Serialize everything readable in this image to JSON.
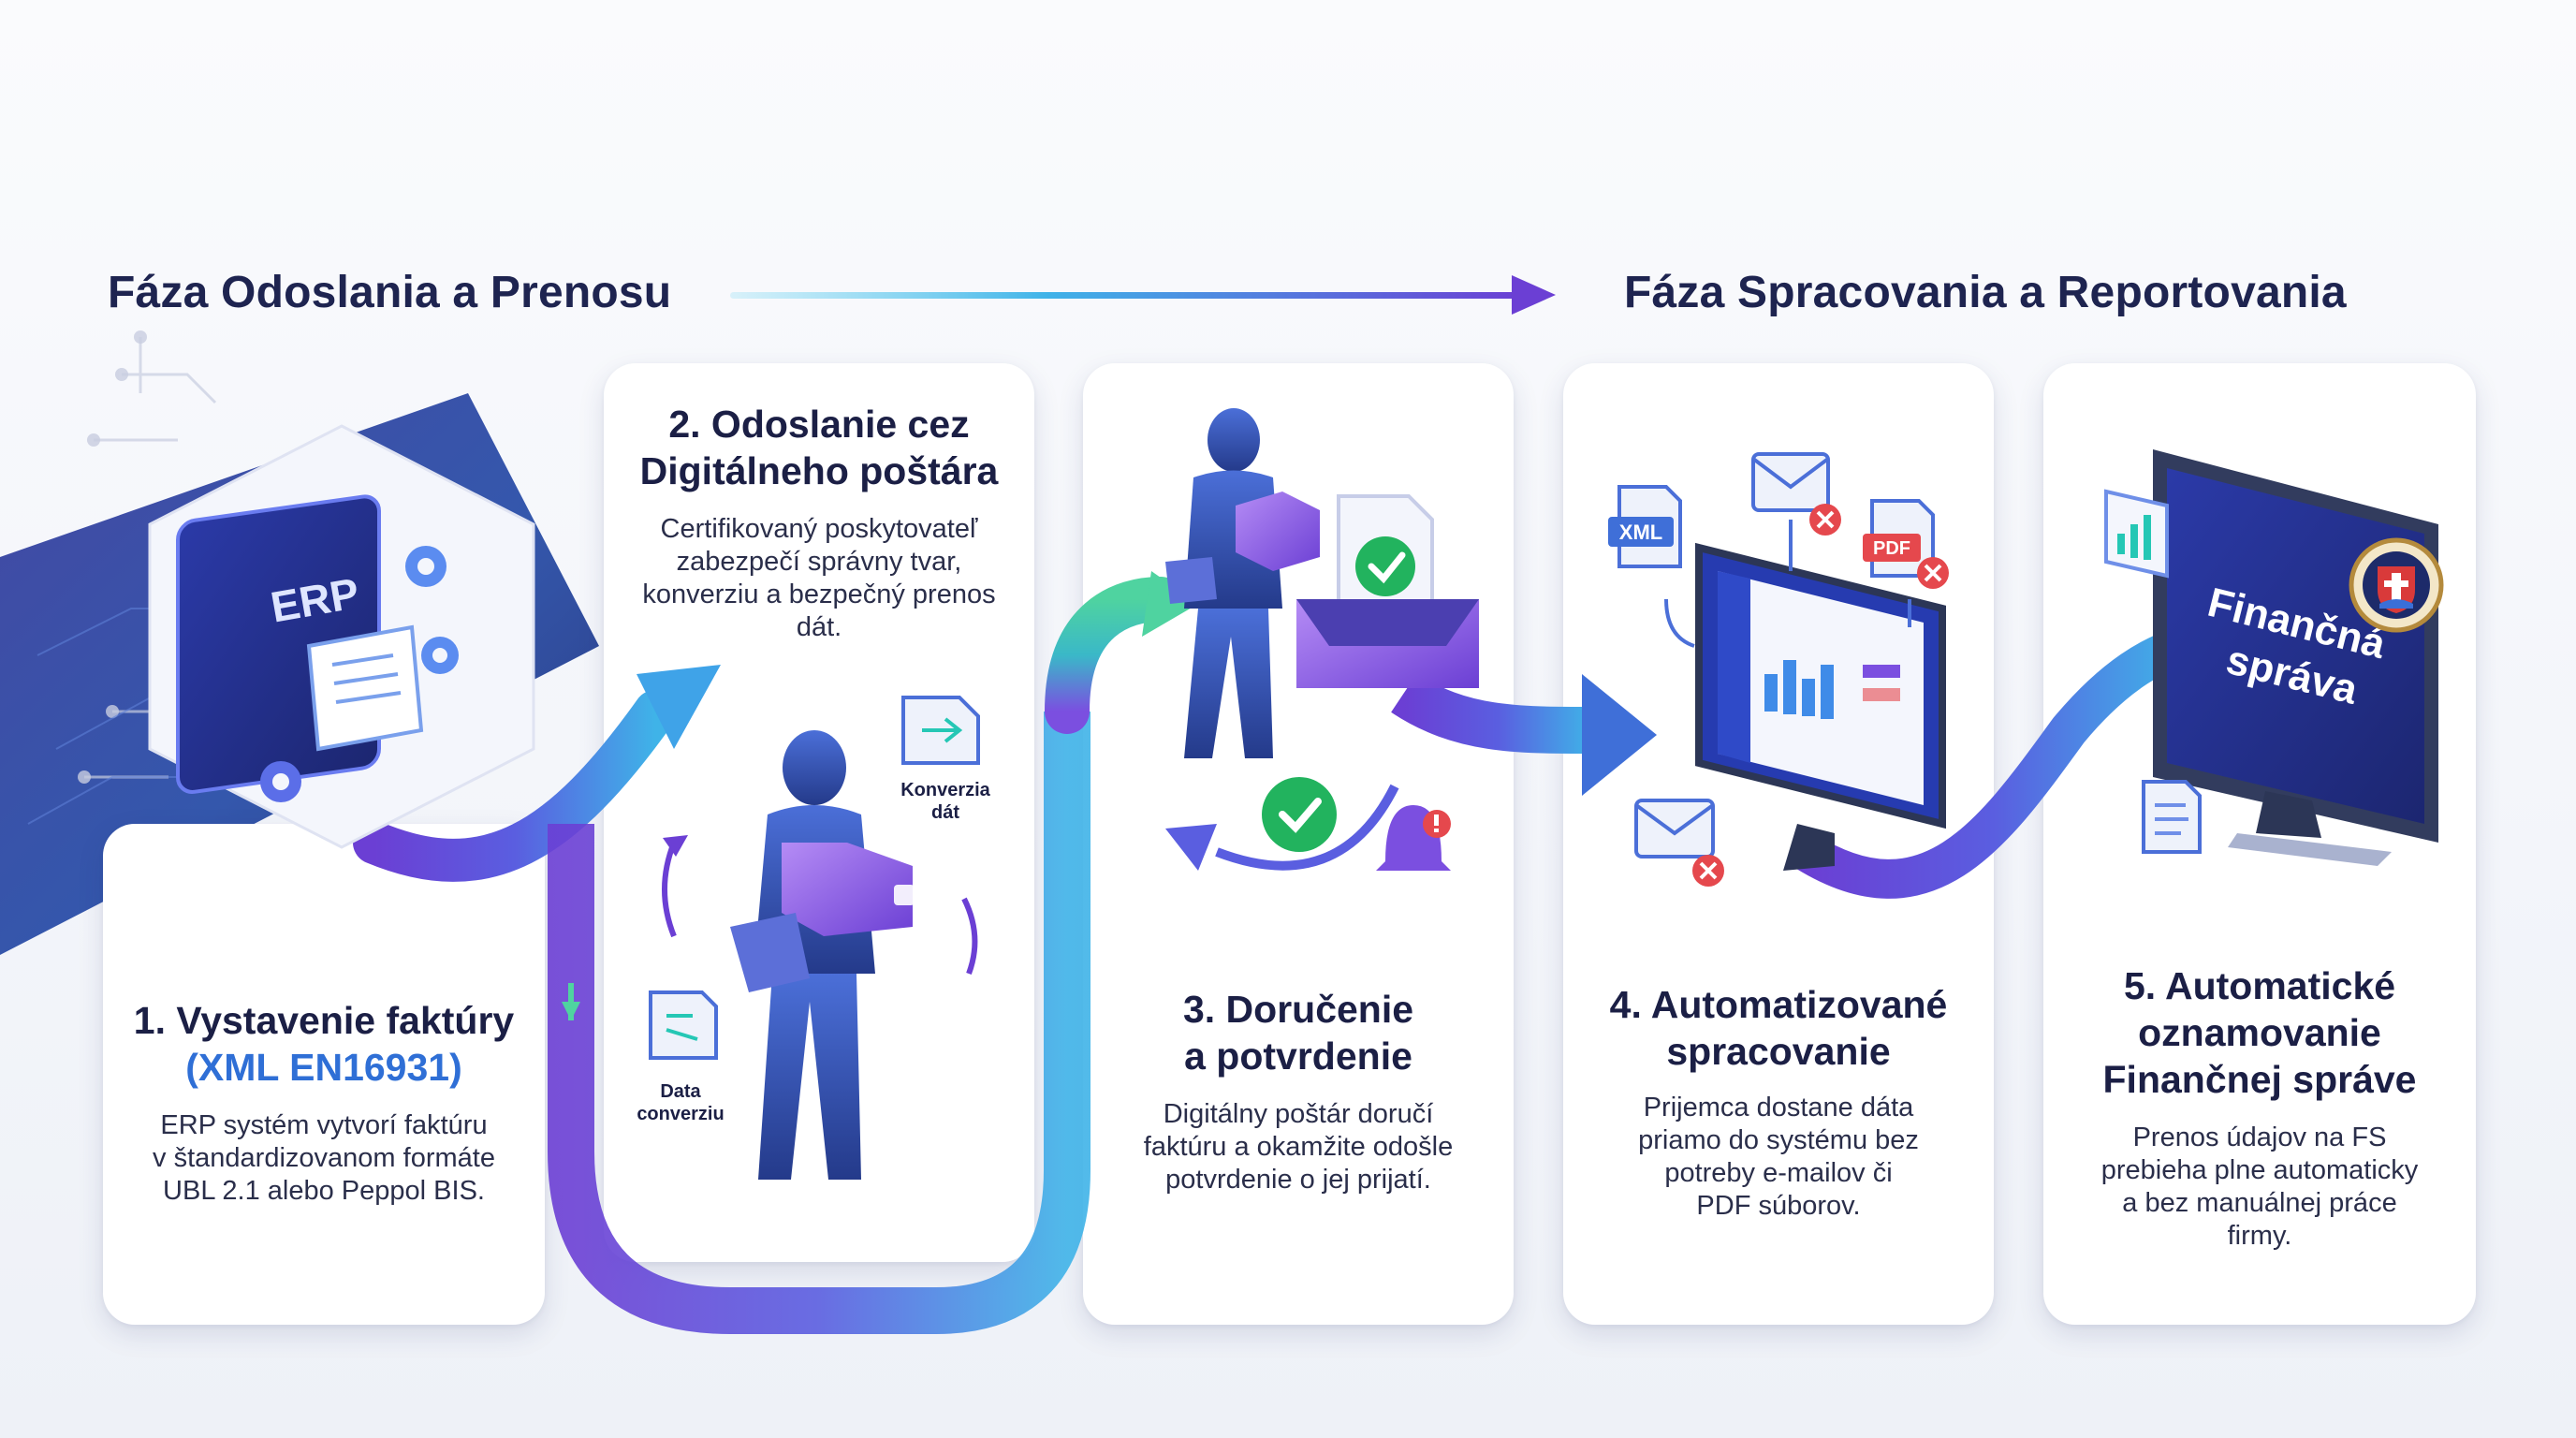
{
  "phases": {
    "send": "Fáza Odoslania a Prenosu",
    "process": "Fáza Spracovania a Reportovania"
  },
  "steps": [
    {
      "title": "1. Vystavenie faktúry",
      "subtitle": "(XML EN16931)",
      "desc": [
        "ERP systém vytvorí faktúru",
        "v štandardizovanom formáte",
        "UBL 2.1 alebo Peppol BIS."
      ]
    },
    {
      "title": [
        "2. Odoslanie cez",
        "Digitálneho poštára"
      ],
      "desc": [
        "Certifikovaný poskytovateľ",
        "zabezpečí správny tvar,",
        "konverziu a bezpečný prenos",
        "dát."
      ]
    },
    {
      "title": [
        "3. Doručenie",
        "a potvrdenie"
      ],
      "desc": [
        "Digitálny poštár doručí",
        "faktúru a okamžite odošle",
        "potvrdenie o jej prijatí."
      ]
    },
    {
      "title": [
        "4. Automatizované",
        "spracovanie"
      ],
      "desc": [
        "Prijemca dostane dáta",
        "priamo do systému bez",
        "potreby e-mailov či",
        "PDF súborov."
      ]
    },
    {
      "title": [
        "5. Automatické",
        "oznamovanie",
        "Finančnej správe"
      ],
      "desc": [
        "Prenos údajov na FS",
        "prebieha plne automaticky",
        "a bez manuálnej práce",
        "firmy."
      ]
    }
  ],
  "illustration_labels": {
    "erp": "ERP",
    "konverzia": [
      "Konverzia",
      "dát"
    ],
    "data_konverziu": [
      "Data",
      "converziu"
    ],
    "xml_doc": "XML",
    "pdf_doc": "PDF",
    "monitor": [
      "Finančná",
      "správa"
    ]
  },
  "colors": {
    "accent_blue": "#2f6fd6",
    "accent_purple": "#6b3fd4",
    "accent_teal": "#25c7b5",
    "success_green": "#22b35e",
    "error_red": "#e5484d",
    "title_navy": "#1e2450"
  }
}
